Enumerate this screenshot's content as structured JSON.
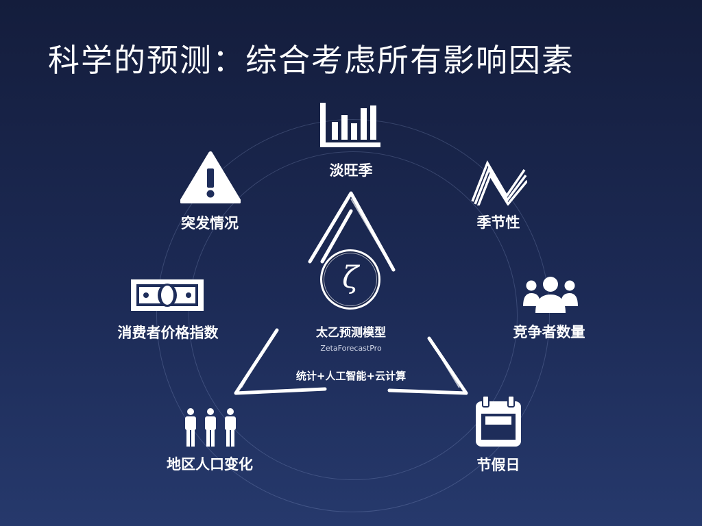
{
  "slide": {
    "title": "科学的预测：综合考虑所有影响因素"
  },
  "factors": [
    {
      "label": "淡旺季",
      "icon": "bar-chart-icon"
    },
    {
      "label": "季节性",
      "icon": "zigzag-icon"
    },
    {
      "label": "竞争者数量",
      "icon": "users-icon"
    },
    {
      "label": "节假日",
      "icon": "calendar-icon"
    },
    {
      "label": "地区人口变化",
      "icon": "people-icon"
    },
    {
      "label": "消费者价格指数",
      "icon": "money-icon"
    },
    {
      "label": "突发情况",
      "icon": "warning-icon"
    }
  ],
  "center": {
    "symbol": "ζ",
    "title": "太乙预测模型",
    "subtitle": "ZetaForecastPro",
    "tagline": "统计+人工智能+云计算"
  }
}
